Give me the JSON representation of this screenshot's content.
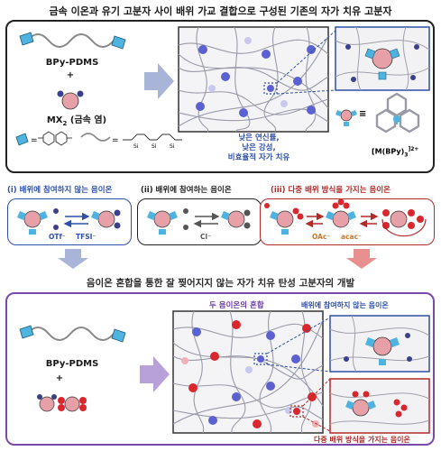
{
  "texts": {
    "top_title": "금속 이온과 유기 고분자 사이 배위 가교 결합으로 구성된 기존의 자가 치유 고분자",
    "bpy_pdms": "BPy-PDMS",
    "plus": "+",
    "mx2": "MX",
    "mx2_sub": "2",
    "mx2_tail": " (금속 염)",
    "weak_line1": "낮은 연신률,",
    "weak_line2": "낮은 강성,",
    "weak_line3": "비효율적 자가 치유",
    "equals": "≡",
    "complex_label": "[M(BPy)",
    "complex_sub": "3",
    "complex_sup": "]2+",
    "anion_i_label": "(i) 배위에 참여하지 않는 음이온",
    "anion_ii_label": "(ii) 배위에 참여하는 음이온",
    "anion_iii_label": "(iii) 다중 배위 방식을 가지는 음이온",
    "otf": "OTf⁻",
    "tfsi": "TFSI⁻",
    "cl": "Cl⁻",
    "oac": "OAc⁻",
    "acac": "acac⁻",
    "bottom_title": "음이온 혼합을 통한 잘 찢어지지 않는 자가 치유 탄성 고분자의 개발",
    "bpy_pdms_2": "BPy-PDMS",
    "plus_2": "+",
    "mixing_label": "두 음이온의 혼합",
    "non_coord_label": "배위에 참여하지 않는 음이온",
    "multi_coord_label": "다중 배위 방식을 가지는 음이온"
  },
  "colors": {
    "metal": "#e8a0a8",
    "ligand": "#4fb3e0",
    "anion_blue": "#4b55c8",
    "anion_red": "#d8282e",
    "anion_gray": "#666666",
    "panel_border": "#222222",
    "blue_border": "#2f4fa8",
    "red_border": "#b22a2a",
    "purple_border": "#7a4aa8",
    "arrow_blue": "#a8b4d8",
    "arrow_red": "#e89090",
    "arrow_purple": "#b8a0d8"
  }
}
